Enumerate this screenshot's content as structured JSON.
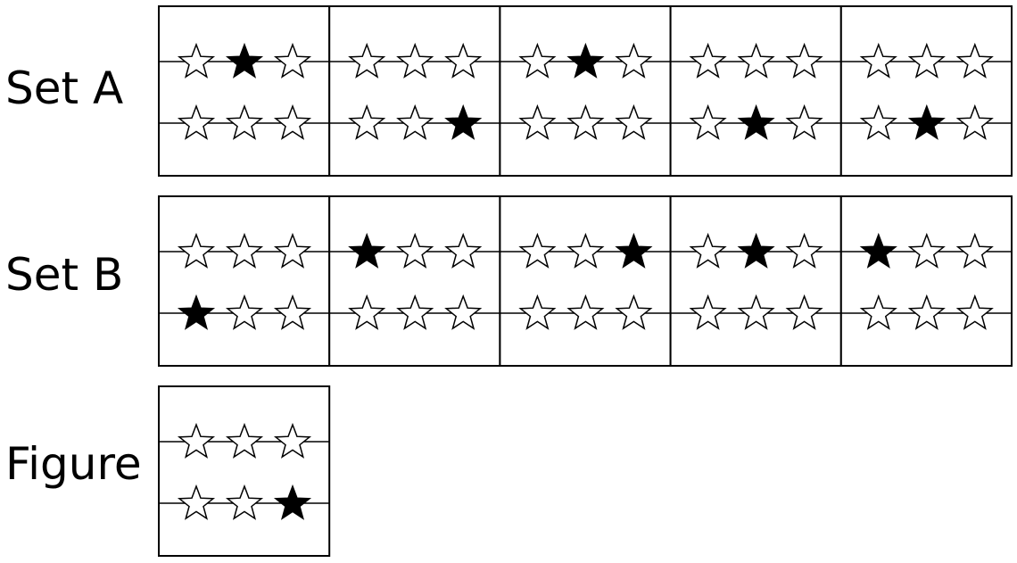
{
  "colors": {
    "line": "#000000",
    "star_filled": "#000000",
    "star_empty": "#ffffff",
    "background": "#ffffff"
  },
  "star_layout": {
    "rows_per_cell": 2,
    "stars_per_row": 3
  },
  "sets": [
    {
      "id": "set-a",
      "label": "Set A",
      "cells": [
        {
          "filled": [
            [
              0,
              1
            ]
          ]
        },
        {
          "filled": [
            [
              1,
              2
            ]
          ]
        },
        {
          "filled": [
            [
              0,
              1
            ]
          ]
        },
        {
          "filled": [
            [
              1,
              1
            ]
          ]
        },
        {
          "filled": [
            [
              1,
              1
            ]
          ]
        }
      ]
    },
    {
      "id": "set-b",
      "label": "Set B",
      "cells": [
        {
          "filled": [
            [
              1,
              0
            ]
          ]
        },
        {
          "filled": [
            [
              0,
              0
            ]
          ]
        },
        {
          "filled": [
            [
              0,
              2
            ]
          ]
        },
        {
          "filled": [
            [
              0,
              1
            ]
          ]
        },
        {
          "filled": [
            [
              0,
              0
            ]
          ]
        }
      ]
    },
    {
      "id": "figure",
      "label": "Figure",
      "cells": [
        {
          "filled": [
            [
              1,
              2
            ]
          ]
        }
      ]
    }
  ]
}
